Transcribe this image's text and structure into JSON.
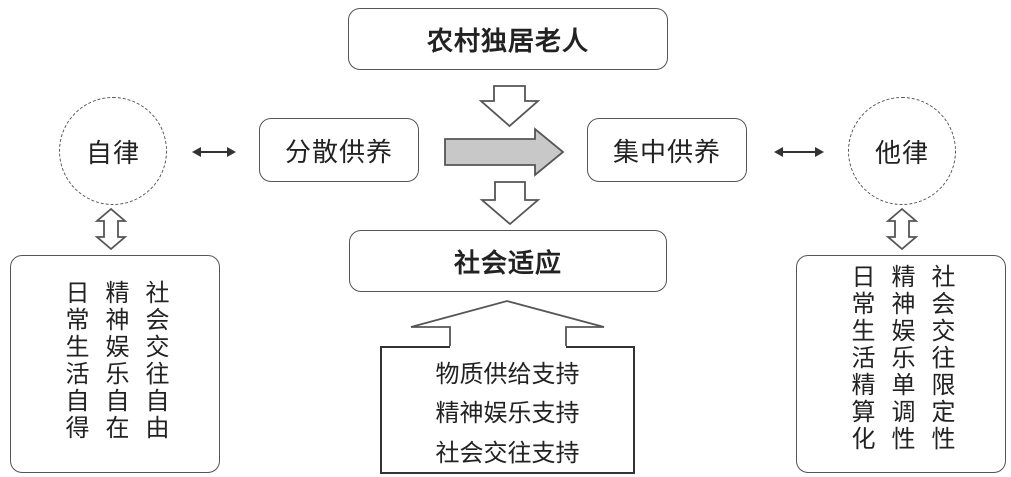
{
  "diagram": {
    "top_title": "农村独居老人",
    "dispersed_label": "分散供养",
    "centralized_label": "集中供养",
    "self_discipline": "自律",
    "heteronomy": "他律",
    "social_adaptation": "社会适应",
    "left_columns": [
      "日常生活自得",
      "精神娱乐自在",
      "社会交往自由"
    ],
    "right_columns": [
      "日常生活精算化",
      "精神娱乐单调性",
      "社会交往限定性"
    ],
    "supports": [
      "物质供给支持",
      "精神娱乐支持",
      "社会交往支持"
    ],
    "colors": {
      "line": "#555555",
      "fill_arrow": "#c8c8c8",
      "text": "#222222"
    }
  }
}
